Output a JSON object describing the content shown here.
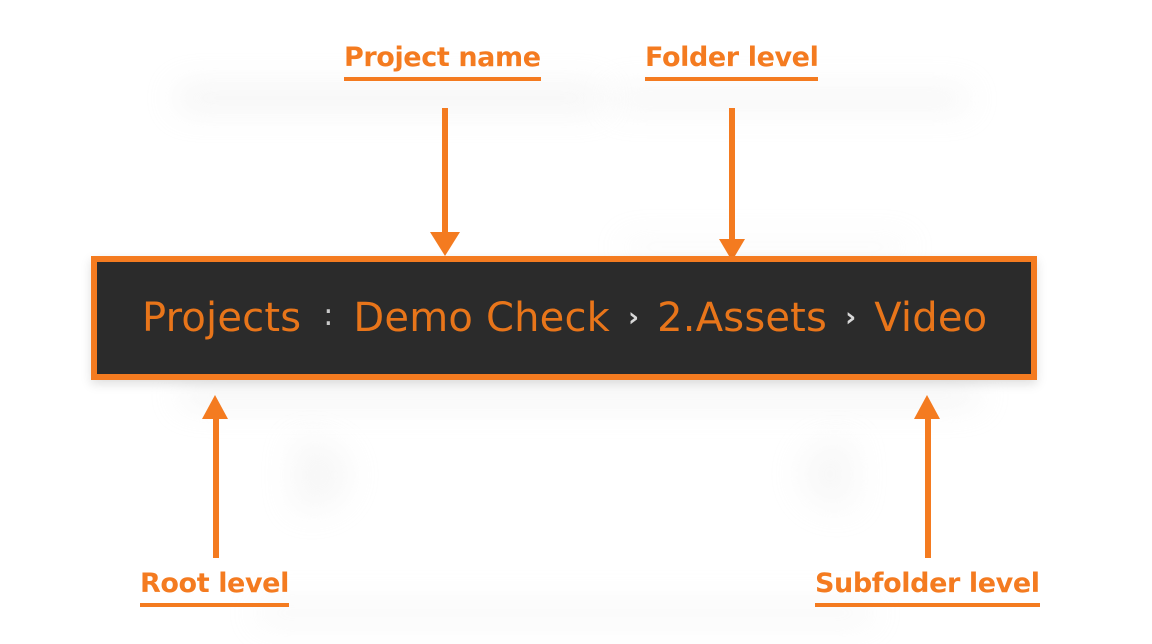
{
  "theme": {
    "accent": "#F47B20",
    "breadcrumb_text": "#E8751A",
    "bar_background": "#2b2b2b",
    "separator_color": "#d9d9d9",
    "page_background": "#ffffff"
  },
  "breadcrumb": {
    "root_label": "Projects",
    "root_separator": ":",
    "project_label": "Demo Check",
    "separator_1": "›",
    "folder_label": "2.Assets",
    "separator_2": "›",
    "subfolder_label": "Video"
  },
  "annotations": [
    {
      "id": "project-name",
      "text": "Project name",
      "position": "top-left"
    },
    {
      "id": "folder-level",
      "text": "Folder level",
      "position": "top-right"
    },
    {
      "id": "root-level",
      "text": "Root level",
      "position": "bottom-left"
    },
    {
      "id": "subfolder-level",
      "text": "Subfolder level",
      "position": "bottom-right"
    }
  ]
}
